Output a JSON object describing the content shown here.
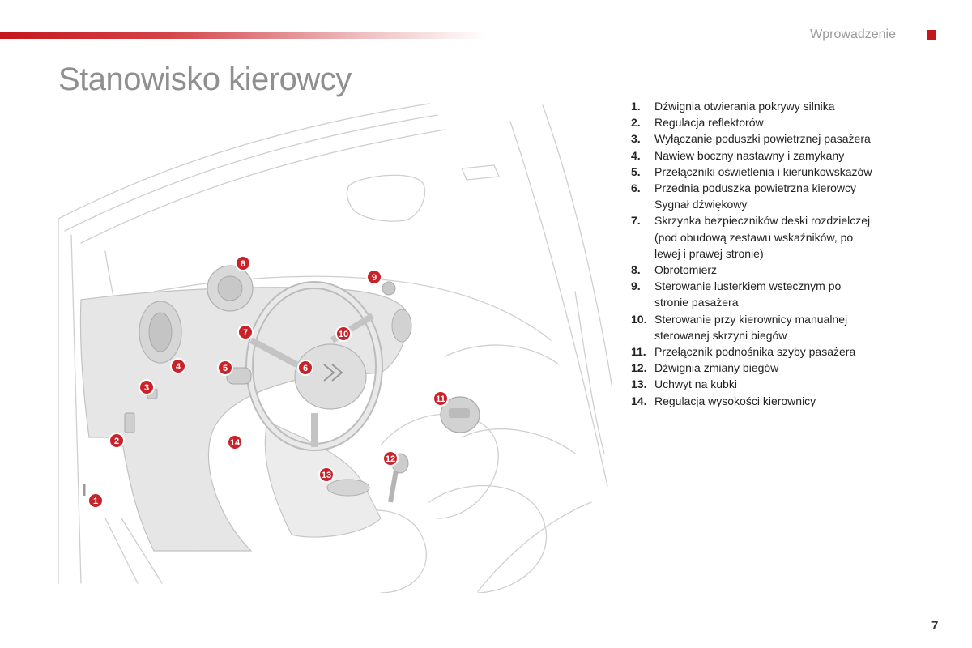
{
  "header": {
    "section": "Wprowadzenie",
    "accent_color": "#c4161c"
  },
  "title": "Stanowisko kierowcy",
  "callouts": [
    "1",
    "2",
    "3",
    "4",
    "5",
    "6",
    "7",
    "8",
    "9",
    "10",
    "11",
    "12",
    "13",
    "14"
  ],
  "legend": [
    {
      "num": "1.",
      "lines": [
        "Dźwignia otwierania pokrywy silnika"
      ]
    },
    {
      "num": "2.",
      "lines": [
        "Regulacja reflektorów"
      ]
    },
    {
      "num": "3.",
      "lines": [
        "Wyłączanie poduszki powietrznej pasażera"
      ]
    },
    {
      "num": "4.",
      "lines": [
        "Nawiew boczny nastawny i zamykany"
      ]
    },
    {
      "num": "5.",
      "lines": [
        "Przełączniki oświetlenia i kierunkowskazów"
      ]
    },
    {
      "num": "6.",
      "lines": [
        "Przednia poduszka powietrzna kierowcy",
        "Sygnał dźwiękowy"
      ]
    },
    {
      "num": "7.",
      "lines": [
        "Skrzynka bezpieczników deski rozdzielczej",
        "(pod obudową zestawu wskaźników, po",
        "lewej i prawej stronie)"
      ]
    },
    {
      "num": "8.",
      "lines": [
        "Obrotomierz"
      ]
    },
    {
      "num": "9.",
      "lines": [
        "Sterowanie lusterkiem wstecznym po",
        "stronie pasażera"
      ]
    },
    {
      "num": "10.",
      "lines": [
        "Sterowanie przy kierownicy manualnej",
        "sterowanej skrzyni biegów"
      ]
    },
    {
      "num": "11.",
      "lines": [
        "Przełącznik podnośnika szyby pasażera"
      ]
    },
    {
      "num": "12.",
      "lines": [
        "Dźwignia zmiany biegów"
      ]
    },
    {
      "num": "13.",
      "lines": [
        "Uchwyt na kubki"
      ]
    },
    {
      "num": "14.",
      "lines": [
        "Regulacja wysokości kierownicy"
      ]
    }
  ],
  "page_number": "7"
}
